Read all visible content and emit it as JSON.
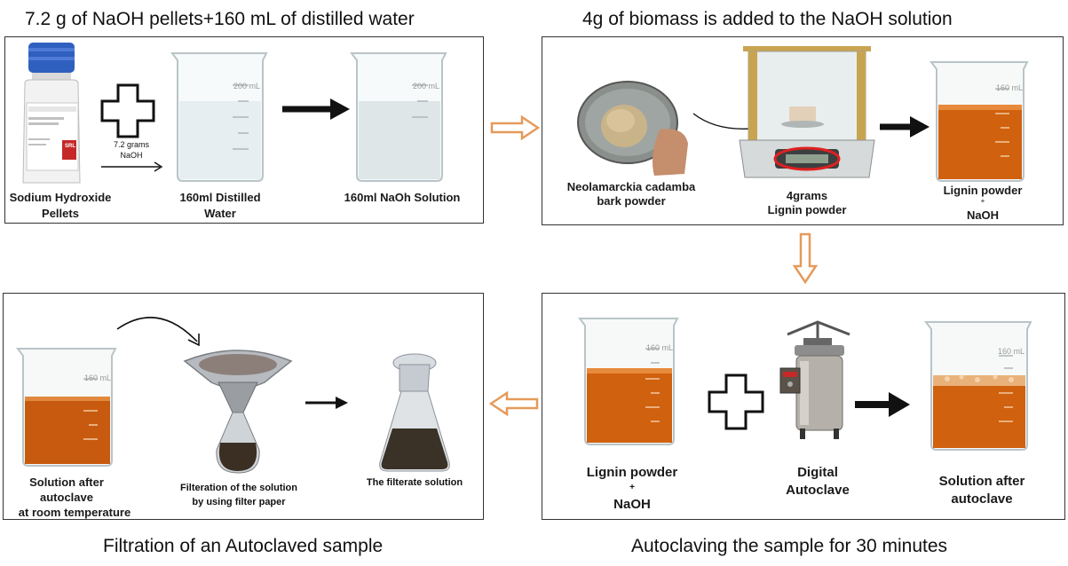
{
  "titles": {
    "panel1": "7.2 g of NaOH pellets+160 mL of distilled water",
    "panel2": "4g of biomass is added to the NaOH solution",
    "panel3": "Autoclaving the sample for 30 minutes",
    "panel4": "Filtration of an Autoclaved sample"
  },
  "panel1": {
    "bottle_label": "Sodium Hydroxide Pellets",
    "bottle_tag": "SRL",
    "arrow_note_1": "7.2 grams",
    "arrow_note_2": "NaOH",
    "water_label_1": "160ml Distilled",
    "water_label_2": "Water",
    "solution_label": "160ml NaOh Solution",
    "beaker_mark": "200 mL"
  },
  "panel2": {
    "bark_label_1": "Neolamarckia cadamba",
    "bark_label_2": "bark powder",
    "balance_label_1": "4grams",
    "balance_label_2": "Lignin powder",
    "mix_label_1": "Lignin powder",
    "mix_label_2": "+",
    "mix_label_3": "NaOH",
    "beaker_mark": "160 mL"
  },
  "panel3": {
    "mix_label_1": "Lignin powder",
    "mix_label_2": "+",
    "mix_label_3": "NaOH",
    "autoclave_label_1": "Digital",
    "autoclave_label_2": "Autoclave",
    "after_label_1": "Solution after",
    "after_label_2": "autoclave",
    "beaker_mark": "160 mL"
  },
  "panel4": {
    "beaker_label_1": "Solution after",
    "beaker_label_2": "autoclave",
    "beaker_label_3": "at room temperature",
    "funnel_label_1": "Filteration of the solution",
    "funnel_label_2": "by using filter paper",
    "flask_label": "The filterate solution",
    "beaker_mark": "160 mL"
  },
  "colors": {
    "solution": "#d0610e",
    "solution_dark": "#a8470a",
    "flow_arrow": "#e59a5a",
    "border": "#333333"
  }
}
